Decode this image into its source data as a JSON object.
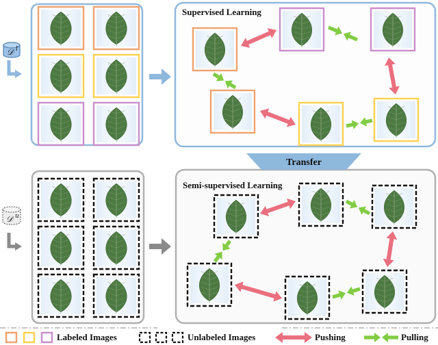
{
  "top_panel": {
    "title": "Supervised Learning",
    "dataset_symbol": "𝒟",
    "dataset_superscript": "l"
  },
  "bottom_panel": {
    "title": "Semi-supervised Learning",
    "dataset_symbol": "𝒟",
    "dataset_superscript": "u"
  },
  "transfer_label": "Transfer",
  "legend": {
    "labeled": "Labeled Images",
    "unlabeled": "Unlabeled Images",
    "pushing": "Pushing",
    "pulling": "Pulling"
  },
  "colors": {
    "orange": "#f0a36f",
    "yellow": "#ffd34f",
    "purple": "#c98fcb",
    "black_dashed": "#111111",
    "pushing": "#ea6f7f",
    "pulling": "#82cc44",
    "top_panel_border": "#8fb8dd",
    "bottom_panel_border": "#b0b0b0",
    "leaf": "#4d7a42"
  },
  "icons": {
    "leaf": "leaf-icon",
    "database_labeled": "database-icon",
    "database_unlabeled": "database-icon",
    "push_arrow": "double-arrow-outward",
    "pull_arrow": "double-arrow-inward",
    "flow_arrow": "arrow-right-icon",
    "transfer_arrow": "arrow-down-icon"
  }
}
